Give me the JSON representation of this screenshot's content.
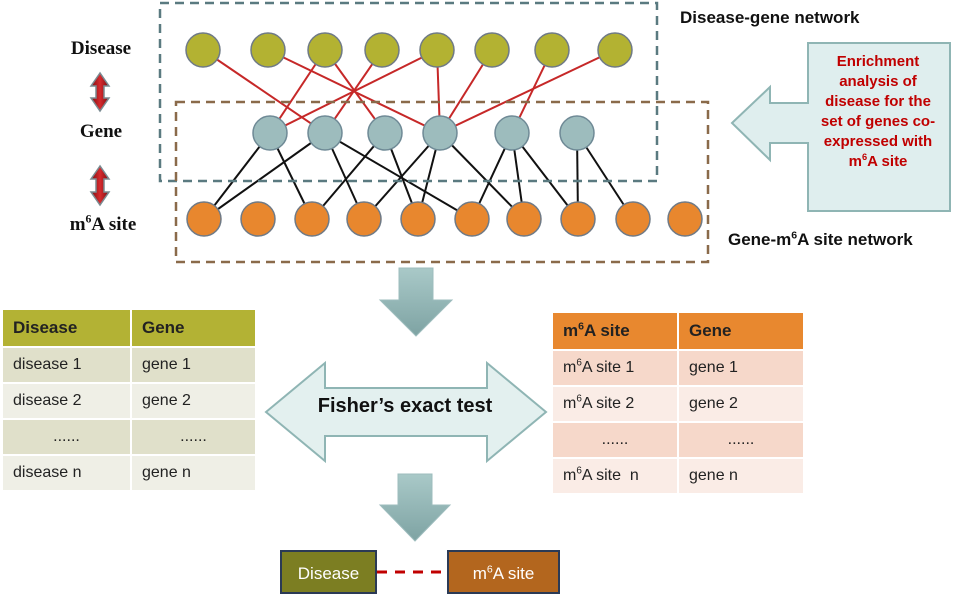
{
  "row_labels": {
    "disease": "Disease",
    "gene": "Gene",
    "m6a_prefix": "m",
    "m6a_sup": "6",
    "m6a_suffix": "A site"
  },
  "network_titles": {
    "disease_gene": "Disease-gene network",
    "gene_m6a_prefix": "Gene-m",
    "gene_m6a_sup": "6",
    "gene_m6a_suffix": "A site network"
  },
  "enrichment": {
    "text": "Enrichment analysis of disease for the set of genes co-expressed with m",
    "sup": "6",
    "suffix": "A site"
  },
  "network": {
    "disease_count": 8,
    "gene_count": 6,
    "site_count": 10,
    "disease_gene_edges": [
      [
        0,
        1
      ],
      [
        1,
        3
      ],
      [
        2,
        0
      ],
      [
        2,
        2
      ],
      [
        3,
        1
      ],
      [
        4,
        3
      ],
      [
        4,
        0
      ],
      [
        5,
        3
      ],
      [
        6,
        4
      ],
      [
        7,
        3
      ]
    ],
    "gene_site_edges": [
      [
        0,
        0
      ],
      [
        0,
        2
      ],
      [
        1,
        0
      ],
      [
        1,
        3
      ],
      [
        1,
        5
      ],
      [
        2,
        2
      ],
      [
        2,
        4
      ],
      [
        3,
        3
      ],
      [
        3,
        4
      ],
      [
        3,
        6
      ],
      [
        4,
        5
      ],
      [
        4,
        6
      ],
      [
        4,
        7
      ],
      [
        5,
        7
      ],
      [
        5,
        8
      ]
    ],
    "colors": {
      "disease": "#b3b232",
      "gene": "#9dbcbd",
      "site": "#e8872e",
      "disease_gene_line": "#c62828",
      "gene_site_line": "#111111",
      "arrow_red": "#b3151b",
      "arrow_gray": "#7a8b92",
      "teal_fill": "#8fb5b4",
      "box_teal_border": "#5a7a80",
      "box_brown_border": "#8a6a4a",
      "enrich_fill": "#dfeeee"
    }
  },
  "left_table": {
    "headers": [
      "Disease",
      "Gene"
    ],
    "rows": [
      [
        "disease 1",
        "gene 1"
      ],
      [
        "disease 2",
        "gene 2"
      ],
      [
        "......",
        "......"
      ],
      [
        "disease n",
        "gene n"
      ]
    ]
  },
  "right_table": {
    "headers": [
      [
        "m",
        "6",
        "A site"
      ],
      [
        "Gene"
      ]
    ],
    "rows": [
      [
        [
          "m",
          "6",
          "A site 1"
        ],
        [
          "gene 1"
        ]
      ],
      [
        [
          "m",
          "6",
          "A site 2"
        ],
        [
          "gene 2"
        ]
      ],
      [
        [
          "......"
        ],
        [
          "......"
        ]
      ],
      [
        [
          "m",
          "6",
          "A site  n"
        ],
        [
          "gene n"
        ]
      ]
    ]
  },
  "fisher_label": "Fisher’s exact test",
  "result": {
    "disease": "Disease",
    "m6a_prefix": "m",
    "m6a_sup": "6",
    "m6a_suffix": "A site",
    "link_color": "#c00000"
  }
}
